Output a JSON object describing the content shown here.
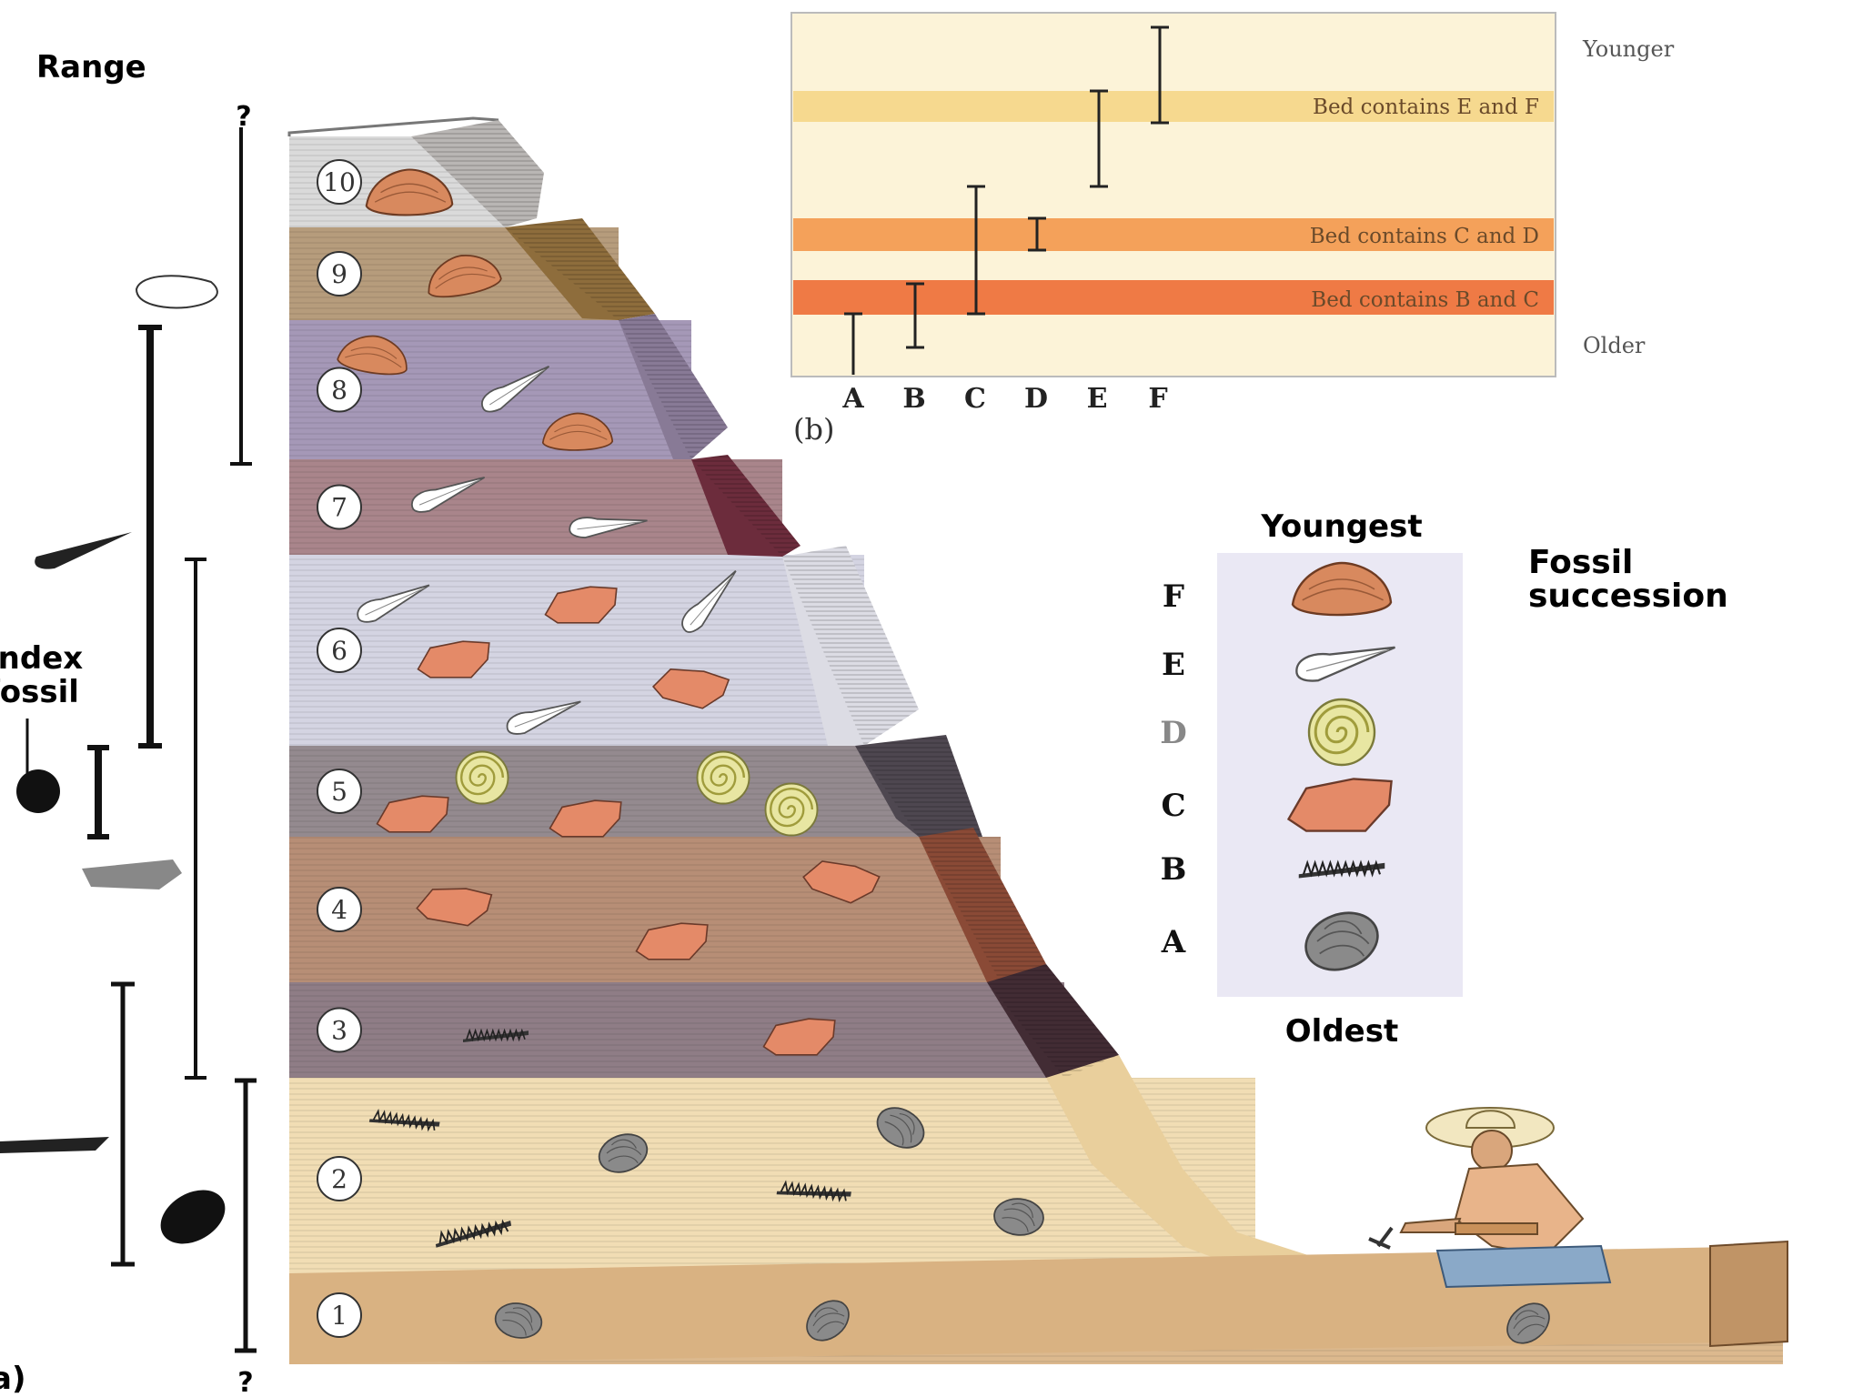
{
  "part_a": {
    "label": "a)",
    "range_title": "Range",
    "index_fossil_label_line1": "Index",
    "index_fossil_label_line2": "fossil",
    "range_unknown_marker": "?",
    "layers": [
      {
        "num": "1",
        "color": "#dcb98e"
      },
      {
        "num": "2",
        "color": "#f1ddb4"
      },
      {
        "num": "3",
        "color": "#8f7d86"
      },
      {
        "num": "4",
        "color": "#b78e76"
      },
      {
        "num": "5",
        "color": "#948a8f"
      },
      {
        "num": "6",
        "color": "#d4d4e2"
      },
      {
        "num": "7",
        "color": "#a9858b"
      },
      {
        "num": "8",
        "color": "#a598b7"
      },
      {
        "num": "9",
        "color": "#b69c7c"
      },
      {
        "num": "10",
        "color": "#dadada"
      }
    ]
  },
  "part_b": {
    "label": "(b)",
    "younger_label": "Younger",
    "older_label": "Older",
    "beds": [
      {
        "text": "Bed contains E and F",
        "color": "#f6d98f"
      },
      {
        "text": "Bed contains C and D",
        "color": "#f4a15a"
      },
      {
        "text": "Bed contains B and C",
        "color": "#ef7a45"
      }
    ],
    "fossil_letters": [
      "A",
      "B",
      "C",
      "D",
      "E",
      "F"
    ]
  },
  "succession": {
    "youngest_label": "Youngest",
    "oldest_label": "Oldest",
    "title_line1": "Fossil",
    "title_line2": "succession",
    "fossils": [
      {
        "letter": "F",
        "name": "clam-shell-icon"
      },
      {
        "letter": "E",
        "name": "cone-shell-icon"
      },
      {
        "letter": "D",
        "name": "ammonite-icon"
      },
      {
        "letter": "C",
        "name": "leaf-fossil-icon"
      },
      {
        "letter": "B",
        "name": "crinoid-stem-icon"
      },
      {
        "letter": "A",
        "name": "trilobite-icon"
      }
    ]
  }
}
